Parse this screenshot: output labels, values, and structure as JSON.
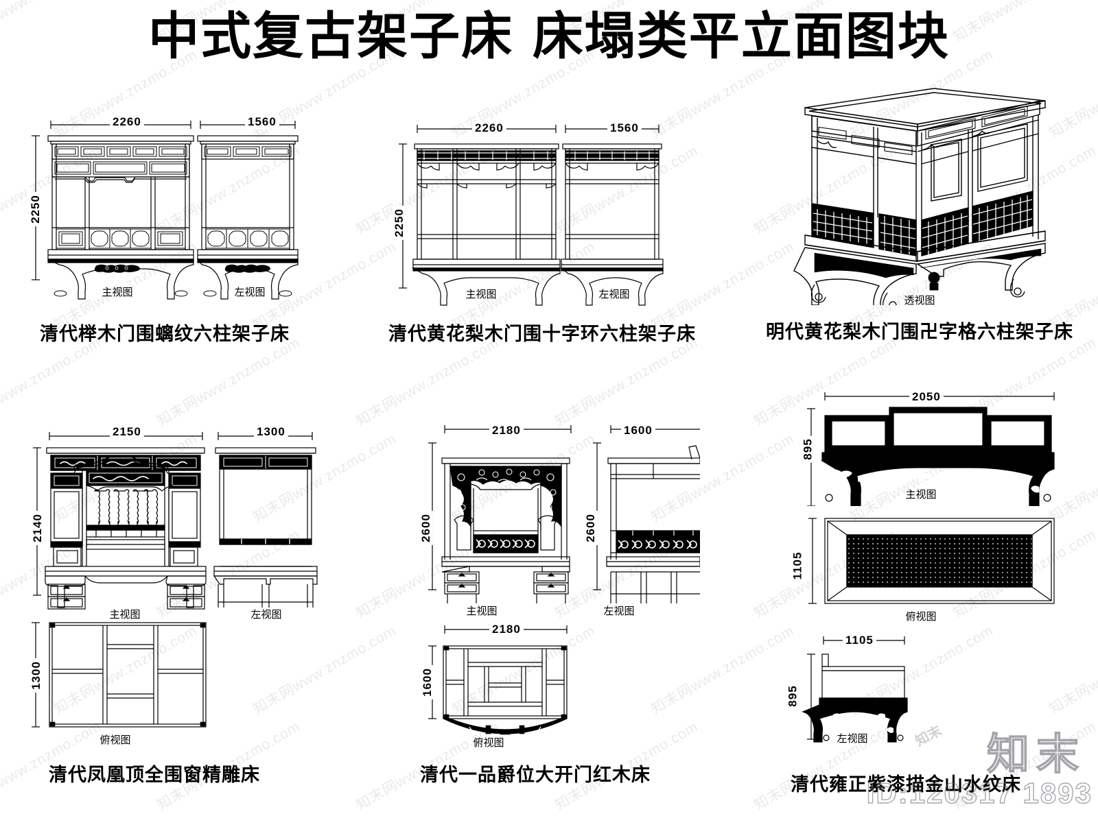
{
  "page": {
    "title": "中式复古架子床 床塌类平立面图块",
    "background_color": "#ffffff",
    "line_color": "#000000"
  },
  "watermark": {
    "tile_text": "知末网www.znzmo.com",
    "brand": "知末",
    "id_text": "ID:120317 1893",
    "small_logo": "知末"
  },
  "view_labels": {
    "front": "主视图",
    "left": "左视图",
    "top": "俯视图",
    "perspective": "透视图"
  },
  "drawings": [
    {
      "id": "bed-1",
      "caption": "清代榉木门围螭纹六柱架子床",
      "views": [
        {
          "name": "front",
          "label": "主视图",
          "width_dim": "2260",
          "height_dim": "2250"
        },
        {
          "name": "left",
          "label": "左视图",
          "width_dim": "1560",
          "height_dim": ""
        }
      ]
    },
    {
      "id": "bed-2",
      "caption": "清代黄花梨木门围十字环六柱架子床",
      "views": [
        {
          "name": "front",
          "label": "主视图",
          "width_dim": "2260",
          "height_dim": "2250"
        },
        {
          "name": "left",
          "label": "左视图",
          "width_dim": "1560",
          "height_dim": ""
        }
      ]
    },
    {
      "id": "bed-3",
      "caption": "明代黄花梨木门围卍字格六柱架子床",
      "views": [
        {
          "name": "perspective",
          "label": "透视图",
          "width_dim": "",
          "height_dim": ""
        }
      ]
    },
    {
      "id": "bed-4",
      "caption": "清代凤凰顶全围窗精雕床",
      "views": [
        {
          "name": "front",
          "label": "主视图",
          "width_dim": "2150",
          "height_dim": "2140"
        },
        {
          "name": "left",
          "label": "左视图",
          "width_dim": "1300",
          "height_dim": ""
        },
        {
          "name": "top",
          "label": "俯视图",
          "width_dim": "",
          "height_dim": "1300"
        }
      ]
    },
    {
      "id": "bed-5",
      "caption": "清代一品爵位大开门红木床",
      "views": [
        {
          "name": "front",
          "label": "主视图",
          "width_dim": "2180",
          "height_dim": "2600"
        },
        {
          "name": "left",
          "label": "左视图",
          "width_dim": "1600",
          "height_dim": "2600"
        },
        {
          "name": "top",
          "label": "俯视图",
          "width_dim": "2180",
          "height_dim": "1600"
        }
      ]
    },
    {
      "id": "bed-6",
      "caption": "清代雍正紫漆描金山水纹床",
      "views": [
        {
          "name": "front",
          "label": "主视图",
          "width_dim": "2050",
          "height_dim": "895"
        },
        {
          "name": "top",
          "label": "俯视图",
          "width_dim": "",
          "height_dim": "1105"
        },
        {
          "name": "left",
          "label": "左视图",
          "width_dim": "1105",
          "height_dim": "895"
        }
      ]
    }
  ]
}
